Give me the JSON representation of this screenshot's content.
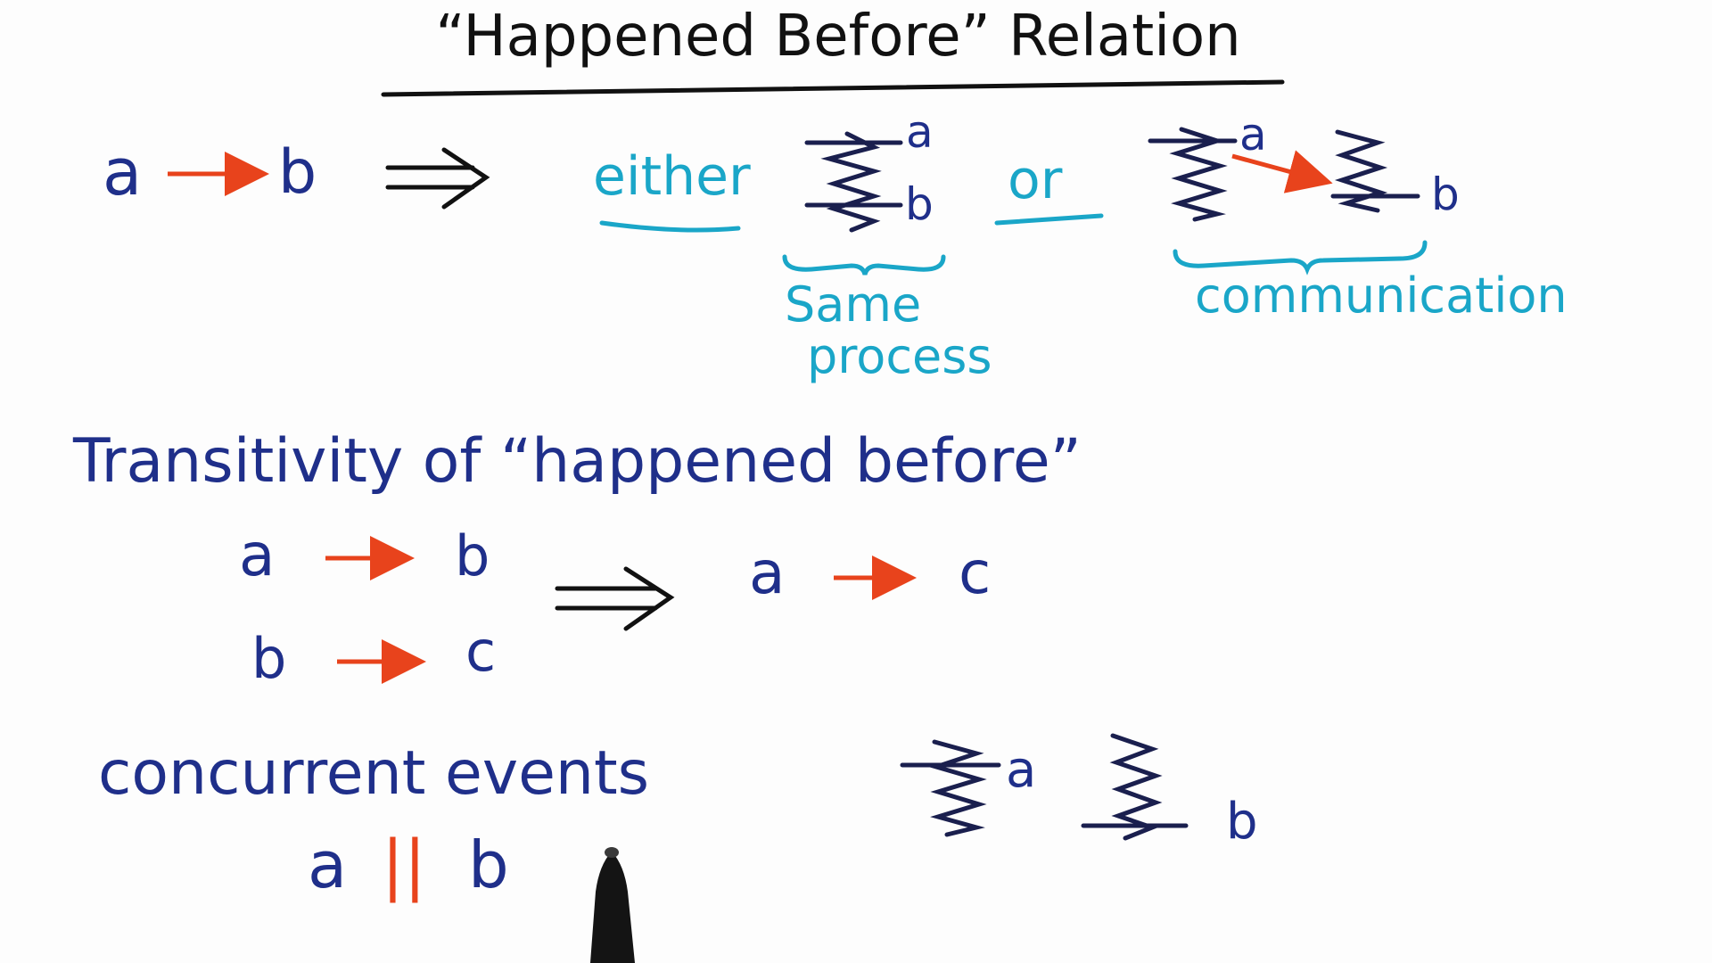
{
  "title": "“Happened Before” Relation",
  "colors": {
    "background": "#fdfdfd",
    "ink_black": "#111111",
    "ink_blue": "#1f2f8a",
    "ink_cyan": "#1aa6c8",
    "ink_red": "#e8431c",
    "ink_navy": "#1a1f4e"
  },
  "definition": {
    "lhs_a": "a",
    "lhs_b": "b",
    "either": "either",
    "same_a": "a",
    "same_b": "b",
    "same_label_1": "Same",
    "same_label_2": "process",
    "or": "or",
    "comm_a": "a",
    "comm_b": "b",
    "comm_label": "communication"
  },
  "transitivity": {
    "heading": "Transitivity of “happened before”",
    "r1_a": "a",
    "r1_b": "b",
    "r2_b": "b",
    "r2_c": "c",
    "res_a": "a",
    "res_c": "c"
  },
  "concurrent": {
    "heading": "concurrent events",
    "notation_a": "a",
    "notation_bars": "||",
    "notation_b": "b",
    "ev_a": "a",
    "ev_b": "b"
  }
}
